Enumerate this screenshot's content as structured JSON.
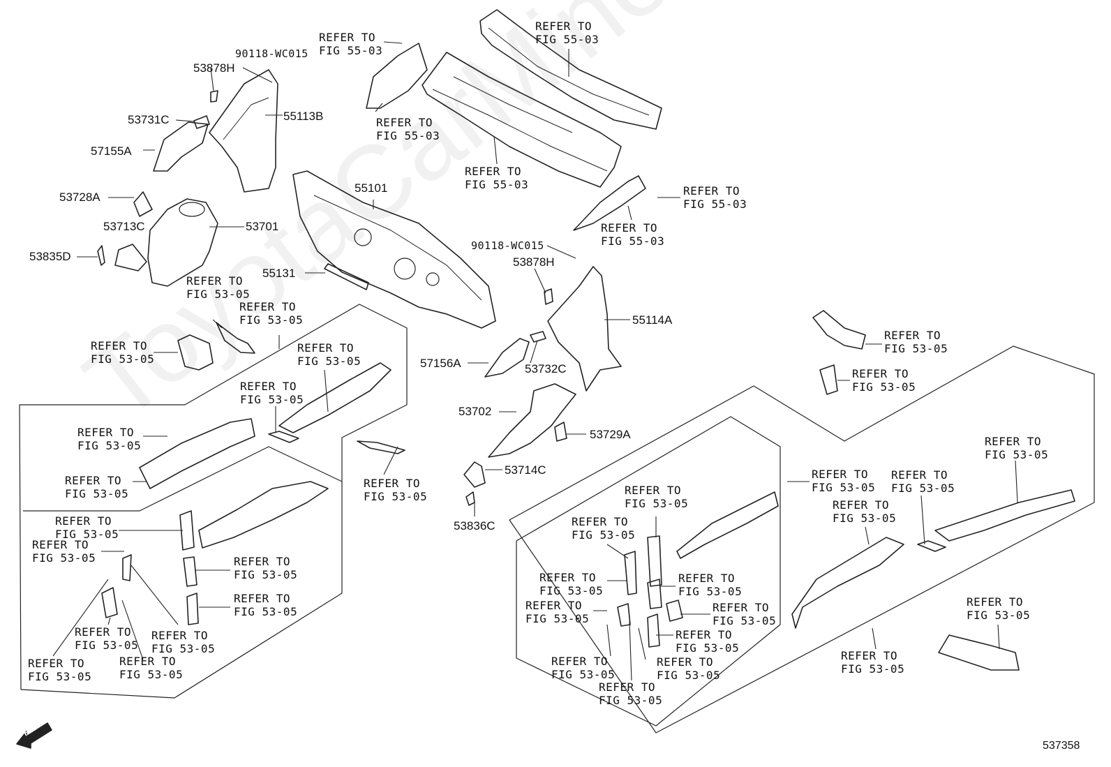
{
  "watermark": "ToyotaCarMine.ru",
  "diagram_id": "537358",
  "fwd_label": "FWD",
  "part_labels": {
    "p53878H_a": "53878H",
    "p90118_a": "90118-WC015",
    "p53731C": "53731C",
    "p55113B": "55113B",
    "p57155A": "57155A",
    "p53728A": "53728A",
    "p53713C": "53713C",
    "p53701": "53701",
    "p53835D": "53835D",
    "p55101": "55101",
    "p55131": "55131",
    "p90118_b": "90118-WC015",
    "p53878H_b": "53878H",
    "p55114A": "55114A",
    "p57156A": "57156A",
    "p53732C": "53732C",
    "p53702": "53702",
    "p53729A": "53729A",
    "p53714C": "53714C",
    "p53836C": "53836C"
  },
  "refer_55_03": "REFER TO\nFIG 55-03",
  "refer_53_05": "REFER TO\nFIG 53-05"
}
